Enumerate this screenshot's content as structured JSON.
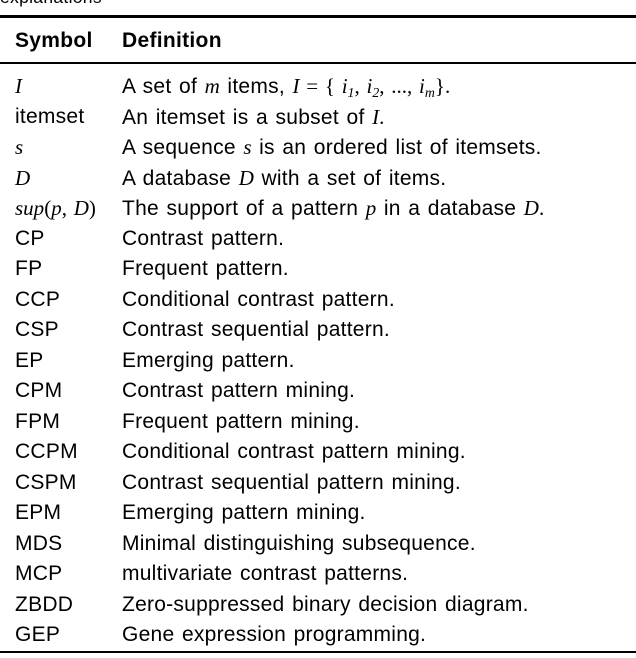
{
  "page": {
    "background": "#ffffff",
    "text_color": "#000000",
    "rule_color": "#000000"
  },
  "caption": {
    "fragment": "explanations"
  },
  "table": {
    "headers": [
      {
        "label": "Symbol"
      },
      {
        "label": "Definition"
      }
    ],
    "rows": [
      {
        "symbol": [
          {
            "st": "i",
            "t": "I"
          }
        ],
        "definition": [
          {
            "t": "A set of "
          },
          {
            "st": "i",
            "t": "m"
          },
          {
            "t": " items, "
          },
          {
            "st": "i",
            "t": "I"
          },
          {
            "st": "u",
            "t": " = { "
          },
          {
            "st": "i",
            "t": "i",
            "sub": "1"
          },
          {
            "st": "u",
            "t": ", "
          },
          {
            "st": "i",
            "t": "i",
            "sub": "2"
          },
          {
            "st": "u",
            "t": ", ..., "
          },
          {
            "st": "i",
            "t": "i",
            "sub": "m"
          },
          {
            "st": "u",
            "t": "}."
          }
        ]
      },
      {
        "symbol": [
          {
            "t": "itemset"
          }
        ],
        "definition": [
          {
            "t": "An itemset is a subset of "
          },
          {
            "st": "i",
            "t": "I"
          },
          {
            "st": "u",
            "t": "."
          }
        ]
      },
      {
        "symbol": [
          {
            "st": "i",
            "t": "s"
          }
        ],
        "definition": [
          {
            "t": "A sequence "
          },
          {
            "st": "i",
            "t": "s"
          },
          {
            "t": " is an ordered list of itemsets."
          }
        ]
      },
      {
        "symbol": [
          {
            "st": "i",
            "t": "D"
          }
        ],
        "definition": [
          {
            "t": "A database "
          },
          {
            "st": "i",
            "t": "D"
          },
          {
            "t": " with a set of items."
          }
        ]
      },
      {
        "symbol": [
          {
            "st": "i",
            "t": "sup"
          },
          {
            "st": "u",
            "t": "("
          },
          {
            "st": "i",
            "t": "p"
          },
          {
            "st": "u",
            "t": ", "
          },
          {
            "st": "i",
            "t": "D"
          },
          {
            "st": "u",
            "t": ")"
          }
        ],
        "definition": [
          {
            "t": "The support of a pattern "
          },
          {
            "st": "i",
            "t": "p"
          },
          {
            "t": " in a database "
          },
          {
            "st": "i",
            "t": "D"
          },
          {
            "st": "u",
            "t": "."
          }
        ]
      },
      {
        "symbol": [
          {
            "t": "CP"
          }
        ],
        "definition": [
          {
            "t": "Contrast pattern."
          }
        ]
      },
      {
        "symbol": [
          {
            "t": "FP"
          }
        ],
        "definition": [
          {
            "t": "Frequent pattern."
          }
        ]
      },
      {
        "symbol": [
          {
            "t": "CCP"
          }
        ],
        "definition": [
          {
            "t": "Conditional contrast pattern."
          }
        ]
      },
      {
        "symbol": [
          {
            "t": "CSP"
          }
        ],
        "definition": [
          {
            "t": "Contrast sequential pattern."
          }
        ]
      },
      {
        "symbol": [
          {
            "t": "EP"
          }
        ],
        "definition": [
          {
            "t": "Emerging pattern."
          }
        ]
      },
      {
        "symbol": [
          {
            "t": "CPM"
          }
        ],
        "definition": [
          {
            "t": "Contrast pattern mining."
          }
        ]
      },
      {
        "symbol": [
          {
            "t": "FPM"
          }
        ],
        "definition": [
          {
            "t": "Frequent pattern mining."
          }
        ]
      },
      {
        "symbol": [
          {
            "t": "CCPM"
          }
        ],
        "definition": [
          {
            "t": "Conditional contrast pattern mining."
          }
        ]
      },
      {
        "symbol": [
          {
            "t": "CSPM"
          }
        ],
        "definition": [
          {
            "t": "Contrast sequential pattern mining."
          }
        ]
      },
      {
        "symbol": [
          {
            "t": "EPM"
          }
        ],
        "definition": [
          {
            "t": "Emerging pattern mining."
          }
        ]
      },
      {
        "symbol": [
          {
            "t": "MDS"
          }
        ],
        "definition": [
          {
            "t": "Minimal distinguishing subsequence."
          }
        ]
      },
      {
        "symbol": [
          {
            "t": "MCP"
          }
        ],
        "definition": [
          {
            "t": "multivariate contrast patterns."
          }
        ]
      },
      {
        "symbol": [
          {
            "t": "ZBDD"
          }
        ],
        "definition": [
          {
            "t": "Zero-suppressed binary decision diagram."
          }
        ]
      },
      {
        "symbol": [
          {
            "t": "GEP"
          }
        ],
        "definition": [
          {
            "t": "Gene expression programming."
          }
        ]
      }
    ]
  }
}
